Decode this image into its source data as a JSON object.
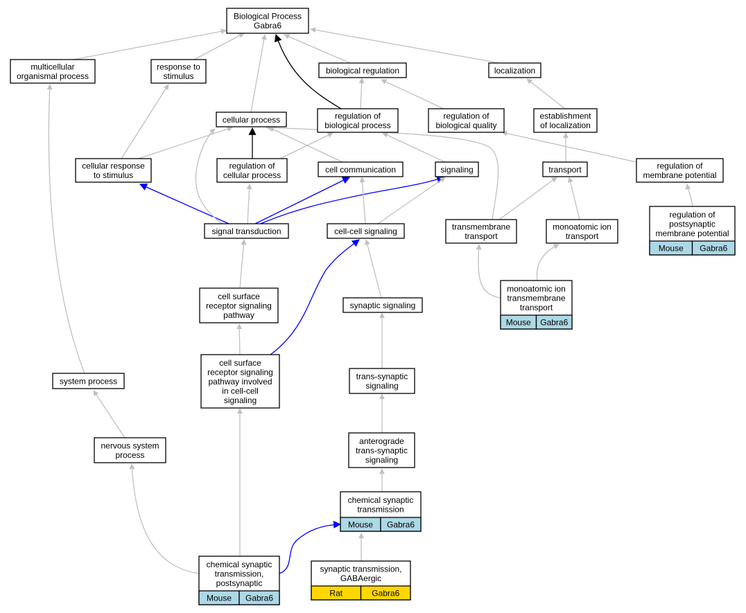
{
  "colors": {
    "gray": "#c0c0c0",
    "black": "#000000",
    "blue": "#0000ff",
    "mouse_cell": "#add8e6",
    "rat_cell": "#ffd700"
  },
  "nodes": [
    {
      "id": "bp",
      "lines": [
        "Biological Process",
        "Gabra6"
      ]
    },
    {
      "id": "multicellular",
      "lines": [
        "multicellular",
        "organismal process"
      ]
    },
    {
      "id": "response_to_stimulus",
      "lines": [
        "response to",
        "stimulus"
      ]
    },
    {
      "id": "biological_regulation",
      "lines": [
        "biological regulation"
      ]
    },
    {
      "id": "localization",
      "lines": [
        "localization"
      ]
    },
    {
      "id": "cellular_process",
      "lines": [
        "cellular process"
      ]
    },
    {
      "id": "regulation_bp",
      "lines": [
        "regulation of",
        "biological process"
      ]
    },
    {
      "id": "regulation_quality",
      "lines": [
        "regulation of",
        "biological quality"
      ]
    },
    {
      "id": "establishment_localization",
      "lines": [
        "establishment",
        "of localization"
      ]
    },
    {
      "id": "cellular_response",
      "lines": [
        "cellular response",
        "to stimulus"
      ]
    },
    {
      "id": "regulation_cp",
      "lines": [
        "regulation of",
        "cellular process"
      ]
    },
    {
      "id": "cell_communication",
      "lines": [
        "cell communication"
      ]
    },
    {
      "id": "signaling",
      "lines": [
        "signaling"
      ]
    },
    {
      "id": "transport",
      "lines": [
        "transport"
      ]
    },
    {
      "id": "regulation_membrane",
      "lines": [
        "regulation of",
        "membrane potential"
      ]
    },
    {
      "id": "signal_transduction",
      "lines": [
        "signal transduction"
      ]
    },
    {
      "id": "cell_cell_signaling",
      "lines": [
        "cell-cell signaling"
      ]
    },
    {
      "id": "transmembrane_transport",
      "lines": [
        "transmembrane",
        "transport"
      ]
    },
    {
      "id": "monoatomic_ion_transport",
      "lines": [
        "monoatomic ion",
        "transport"
      ]
    },
    {
      "id": "regulation_postsynaptic",
      "lines": [
        "regulation of",
        "postsynaptic",
        "membrane potential"
      ],
      "annotations": [
        {
          "label": "Mouse",
          "color": "mouse"
        },
        {
          "label": "Gabra6",
          "color": "mouse"
        }
      ]
    },
    {
      "id": "csrsp",
      "lines": [
        "cell surface",
        "receptor signaling",
        "pathway"
      ]
    },
    {
      "id": "synaptic_signaling",
      "lines": [
        "synaptic signaling"
      ]
    },
    {
      "id": "monoatomic_ion_tm",
      "lines": [
        "monoatomic ion",
        "transmembrane",
        "transport"
      ],
      "annotations": [
        {
          "label": "Mouse",
          "color": "mouse"
        },
        {
          "label": "Gabra6",
          "color": "mouse"
        }
      ]
    },
    {
      "id": "csrsp_cellcell",
      "lines": [
        "cell surface",
        "receptor signaling",
        "pathway involved",
        "in cell-cell",
        "signaling"
      ]
    },
    {
      "id": "system_process",
      "lines": [
        "system process"
      ]
    },
    {
      "id": "trans_synaptic",
      "lines": [
        "trans-synaptic",
        "signaling"
      ]
    },
    {
      "id": "nervous_system_process",
      "lines": [
        "nervous system",
        "process"
      ]
    },
    {
      "id": "anterograde",
      "lines": [
        "anterograde",
        "trans-synaptic",
        "signaling"
      ]
    },
    {
      "id": "chemical_synaptic",
      "lines": [
        "chemical synaptic",
        "transmission"
      ],
      "annotations": [
        {
          "label": "Mouse",
          "color": "mouse"
        },
        {
          "label": "Gabra6",
          "color": "mouse"
        }
      ]
    },
    {
      "id": "chemical_postsynaptic",
      "lines": [
        "chemical synaptic",
        "transmission,",
        "postsynaptic"
      ],
      "annotations": [
        {
          "label": "Mouse",
          "color": "mouse"
        },
        {
          "label": "Gabra6",
          "color": "mouse"
        }
      ]
    },
    {
      "id": "gabaergic",
      "lines": [
        "synaptic transmission,",
        "GABAergic"
      ],
      "annotations": [
        {
          "label": "Rat",
          "color": "rat"
        },
        {
          "label": "Gabra6",
          "color": "rat"
        }
      ]
    }
  ],
  "edges": [
    {
      "from": "multicellular",
      "to": "bp",
      "color": "gray"
    },
    {
      "from": "response_to_stimulus",
      "to": "bp",
      "color": "gray"
    },
    {
      "from": "cellular_process",
      "to": "bp",
      "color": "gray"
    },
    {
      "from": "regulation_bp",
      "to": "bp",
      "color": "black"
    },
    {
      "from": "biological_regulation",
      "to": "bp",
      "color": "gray"
    },
    {
      "from": "localization",
      "to": "bp",
      "color": "gray"
    },
    {
      "from": "regulation_bp",
      "to": "biological_regulation",
      "color": "gray"
    },
    {
      "from": "regulation_quality",
      "to": "biological_regulation",
      "color": "gray"
    },
    {
      "from": "establishment_localization",
      "to": "localization",
      "color": "gray"
    },
    {
      "from": "cellular_response",
      "to": "response_to_stimulus",
      "color": "gray"
    },
    {
      "from": "cellular_response",
      "to": "cellular_process",
      "color": "gray"
    },
    {
      "from": "regulation_cp",
      "to": "cellular_process",
      "color": "black"
    },
    {
      "from": "regulation_cp",
      "to": "regulation_bp",
      "color": "gray"
    },
    {
      "from": "cell_communication",
      "to": "cellular_process",
      "color": "gray"
    },
    {
      "from": "signaling",
      "to": "regulation_bp",
      "color": "gray"
    },
    {
      "from": "transport",
      "to": "establishment_localization",
      "color": "gray"
    },
    {
      "from": "regulation_membrane",
      "to": "regulation_quality",
      "color": "gray"
    },
    {
      "from": "signal_transduction",
      "to": "cellular_response",
      "color": "blue"
    },
    {
      "from": "signal_transduction",
      "to": "cellular_process",
      "color": "gray"
    },
    {
      "from": "signal_transduction",
      "to": "regulation_cp",
      "color": "gray"
    },
    {
      "from": "signal_transduction",
      "to": "cell_communication",
      "color": "blue"
    },
    {
      "from": "signal_transduction",
      "to": "signaling",
      "color": "blue"
    },
    {
      "from": "cell_cell_signaling",
      "to": "cell_communication",
      "color": "gray"
    },
    {
      "from": "cell_cell_signaling",
      "to": "signaling",
      "color": "gray"
    },
    {
      "from": "transmembrane_transport",
      "to": "cellular_process",
      "color": "gray"
    },
    {
      "from": "transmembrane_transport",
      "to": "transport",
      "color": "gray"
    },
    {
      "from": "monoatomic_ion_transport",
      "to": "transport",
      "color": "gray"
    },
    {
      "from": "regulation_postsynaptic",
      "to": "regulation_membrane",
      "color": "gray"
    },
    {
      "from": "csrsp",
      "to": "signal_transduction",
      "color": "gray"
    },
    {
      "from": "synaptic_signaling",
      "to": "cell_cell_signaling",
      "color": "gray"
    },
    {
      "from": "monoatomic_ion_tm",
      "to": "transmembrane_transport",
      "color": "gray"
    },
    {
      "from": "monoatomic_ion_tm",
      "to": "monoatomic_ion_transport",
      "color": "gray"
    },
    {
      "from": "csrsp_cellcell",
      "to": "csrsp",
      "color": "gray"
    },
    {
      "from": "csrsp_cellcell",
      "to": "cell_cell_signaling",
      "color": "blue"
    },
    {
      "from": "system_process",
      "to": "multicellular",
      "color": "gray"
    },
    {
      "from": "trans_synaptic",
      "to": "synaptic_signaling",
      "color": "gray"
    },
    {
      "from": "nervous_system_process",
      "to": "system_process",
      "color": "gray"
    },
    {
      "from": "anterograde",
      "to": "trans_synaptic",
      "color": "gray"
    },
    {
      "from": "chemical_synaptic",
      "to": "anterograde",
      "color": "gray"
    },
    {
      "from": "chemical_postsynaptic",
      "to": "nervous_system_process",
      "color": "gray"
    },
    {
      "from": "chemical_postsynaptic",
      "to": "csrsp_cellcell",
      "color": "gray"
    },
    {
      "from": "chemical_postsynaptic",
      "to": "chemical_synaptic",
      "color": "blue"
    },
    {
      "from": "gabaergic",
      "to": "chemical_synaptic",
      "color": "gray"
    }
  ]
}
